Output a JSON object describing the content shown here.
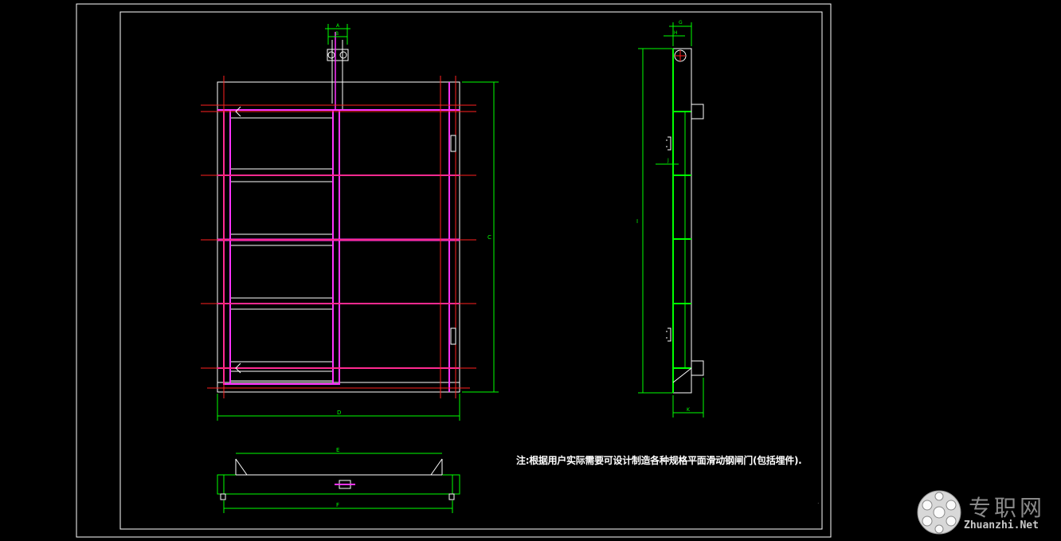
{
  "drawing": {
    "note": "注:根据用户实际需要可设计制造各种规格平面滑动钢闸门(包括埋件).",
    "dimension_labels": {
      "top_a": "A",
      "top_b": "B",
      "front_height": "C",
      "front_width": "D",
      "plan_top": "E",
      "plan_bottom": "F",
      "side_top_g": "G",
      "side_top_h": "H",
      "side_height": "I",
      "side_mid": "J",
      "side_bottom": "K"
    },
    "colors": {
      "background": "#000000",
      "outline": "#ffffff",
      "frame": "#ff33ff",
      "dimension": "#00ff00",
      "centerline": "#ff2020"
    }
  },
  "watermark": {
    "cn": "专职网",
    "en": "Zhuanzhi.Net"
  }
}
